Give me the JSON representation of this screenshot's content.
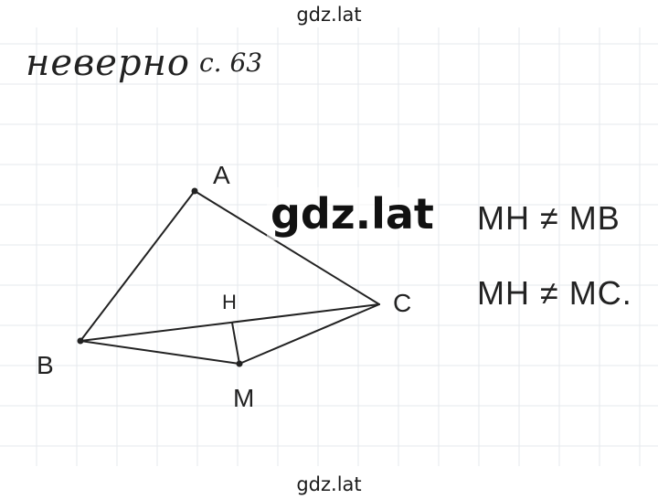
{
  "watermark": {
    "top": "gdz.lat",
    "center": "gdz.lat",
    "bottom": "gdz.lat"
  },
  "heading": {
    "word": "неверно",
    "page_ref": "с. 63"
  },
  "figure": {
    "vertices": {
      "A": "A",
      "B": "B",
      "C": "C",
      "M": "M",
      "H": "H"
    }
  },
  "notes": [
    "MH ≠ MB",
    "MH ≠ MC."
  ]
}
